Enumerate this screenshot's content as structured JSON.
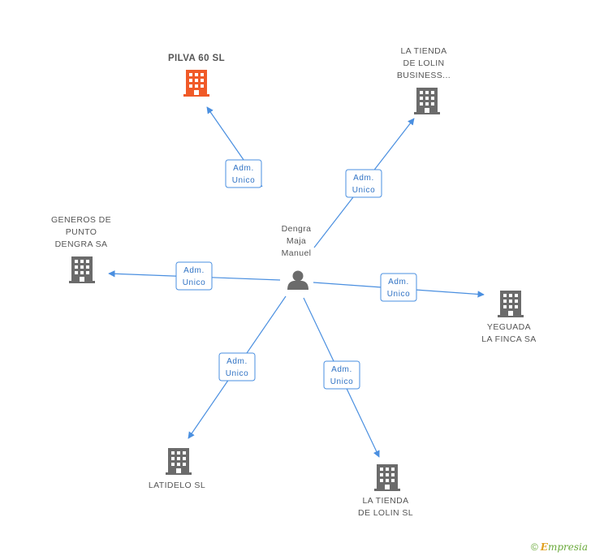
{
  "center": {
    "name_lines": [
      "Dengra",
      "Maja",
      "Manuel"
    ],
    "icon": "person-icon"
  },
  "companies": [
    {
      "id": "pilva",
      "lines": [
        "PILVA 60 SL"
      ],
      "highlight": true,
      "color": "#f05a28",
      "role_lines": [
        "Adm.",
        "Unico"
      ],
      "label_pos": "above"
    },
    {
      "id": "tienda-business",
      "lines": [
        "LA TIENDA",
        "DE LOLIN",
        "BUSINESS..."
      ],
      "highlight": false,
      "color": "#6b6b6b",
      "role_lines": [
        "Adm.",
        "Unico"
      ],
      "label_pos": "above"
    },
    {
      "id": "generos",
      "lines": [
        "GENEROS DE",
        "PUNTO",
        "DENGRA SA"
      ],
      "highlight": false,
      "color": "#6b6b6b",
      "role_lines": [
        "Adm.",
        "Unico"
      ],
      "label_pos": "above"
    },
    {
      "id": "yeguada",
      "lines": [
        "YEGUADA",
        "LA FINCA SA"
      ],
      "highlight": false,
      "color": "#6b6b6b",
      "role_lines": [
        "Adm.",
        "Unico"
      ],
      "label_pos": "below"
    },
    {
      "id": "latidelo",
      "lines": [
        "LATIDELO SL"
      ],
      "highlight": false,
      "color": "#6b6b6b",
      "role_lines": [
        "Adm.",
        "Unico"
      ],
      "label_pos": "below"
    },
    {
      "id": "tienda-sl",
      "lines": [
        "LA TIENDA",
        "DE LOLIN SL"
      ],
      "highlight": false,
      "color": "#6b6b6b",
      "role_lines": [
        "Adm.",
        "Unico"
      ],
      "label_pos": "below"
    }
  ],
  "colors": {
    "edge": "#4a8fe0",
    "person": "#6b6b6b"
  },
  "footer": {
    "copyright": "©",
    "brand_initial": "E",
    "brand_rest": "mpresia"
  }
}
